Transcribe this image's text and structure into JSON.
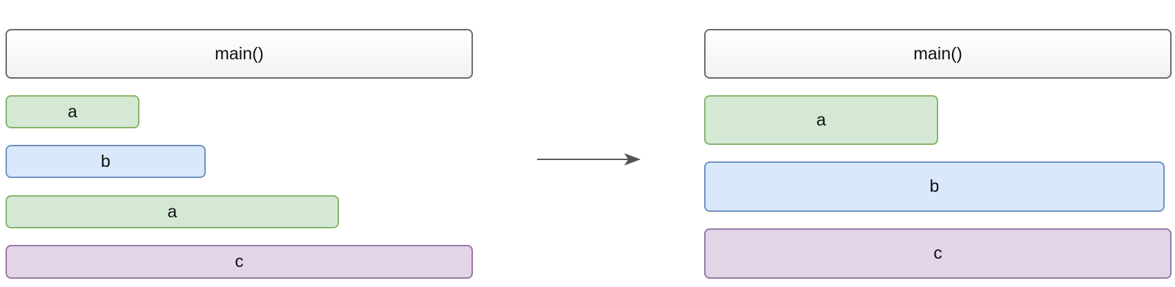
{
  "left_panel": {
    "main_label": "main()",
    "blocks": [
      {
        "label": "a",
        "color": "#d5e8d4"
      },
      {
        "label": "b",
        "color": "#dae8fc"
      },
      {
        "label": "a",
        "color": "#d5e8d4"
      },
      {
        "label": "c",
        "color": "#e1d5e7"
      }
    ]
  },
  "right_panel": {
    "main_label": "main()",
    "blocks": [
      {
        "label": "a",
        "color": "#d5e8d4"
      },
      {
        "label": "b",
        "color": "#dae8fc"
      },
      {
        "label": "c",
        "color": "#e1d5e7"
      }
    ]
  },
  "colors": {
    "green_fill": "#d5e8d4",
    "green_border": "#82b366",
    "blue_fill": "#dae8fc",
    "blue_border": "#6c8ebf",
    "purple_fill": "#e1d5e7",
    "purple_border": "#9673a6",
    "arrow": "#555555"
  }
}
